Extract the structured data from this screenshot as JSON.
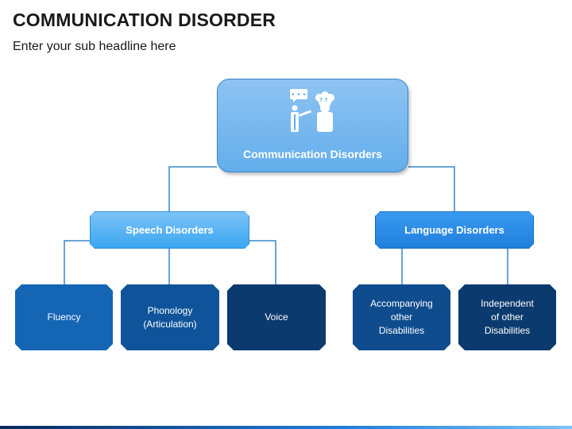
{
  "header": {
    "title": "COMMUNICATION DISORDER",
    "subtitle": "Enter your sub headline here"
  },
  "diagram": {
    "root": {
      "label": "Communication Disorders",
      "icon": "person-talking-confused-icon"
    },
    "categories": [
      {
        "label": "Speech Disorders",
        "children": [
          "Fluency",
          "Phonology\n(Articulation)",
          "Voice"
        ]
      },
      {
        "label": "Language Disorders",
        "children": [
          "Accompanying\nother\nDisabilities",
          "Independent\nof other\nDisabilities"
        ]
      }
    ]
  },
  "colors": {
    "connector": "#3a86c8",
    "root_fill": "#64aeec",
    "speech_fill": "#3aa6f0",
    "language_fill": "#1f7fdc",
    "leaf_dark": "#0b3a6e"
  }
}
